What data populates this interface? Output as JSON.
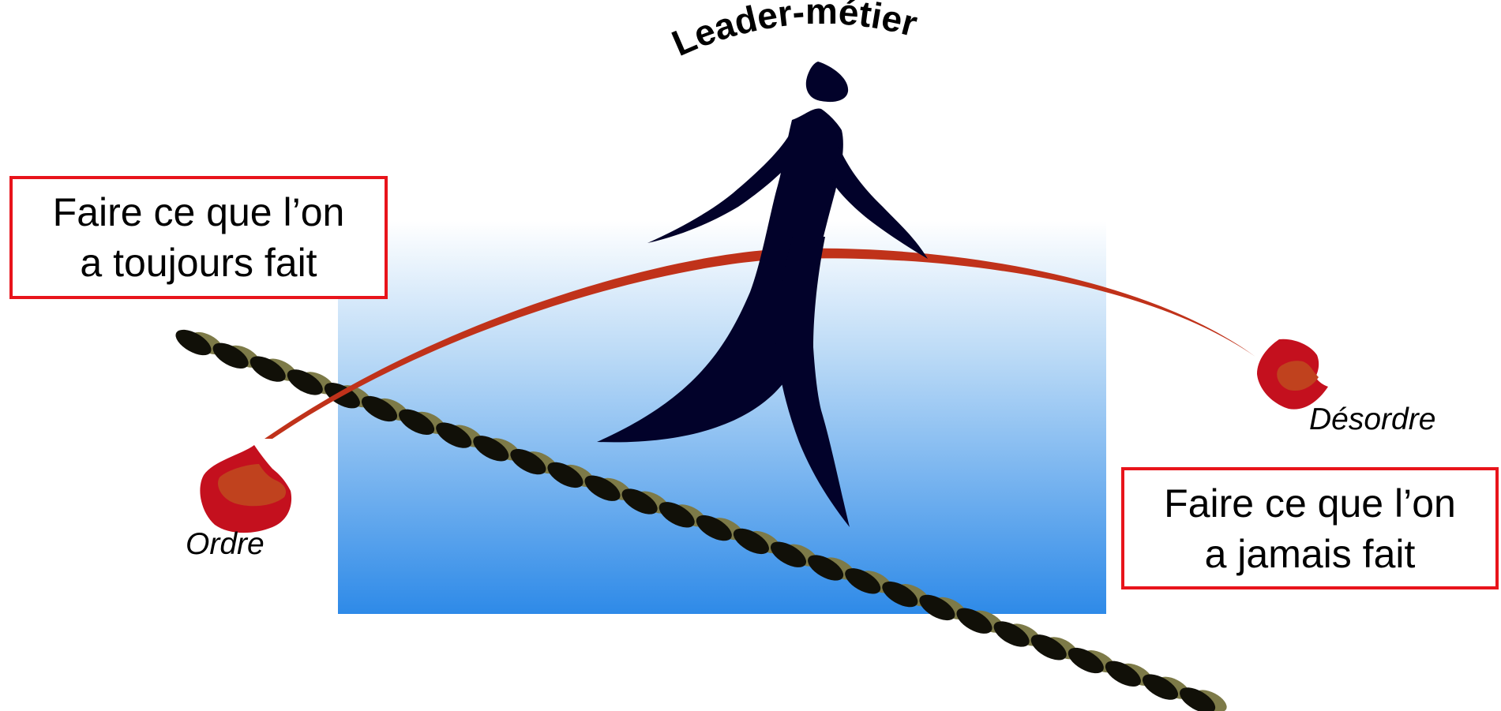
{
  "title": "Leader-métier",
  "left_box": {
    "line1": "Faire ce que l’on",
    "line2": "a toujours fait"
  },
  "right_box": {
    "line1": "Faire ce que l’on",
    "line2": "a jamais fait"
  },
  "labels": {
    "left_pole": "Ordre",
    "right_pole": "Désordre"
  },
  "colors": {
    "box_border": "#e8141b",
    "tightrope": "#c0321a",
    "pole_ball": "#c4101e",
    "pole_inner": "#c0421e",
    "figure": "#02022a",
    "rope_dark": "#111008",
    "rope_light": "#7d7a48",
    "backdrop_top": "#ffffff",
    "backdrop_bottom": "#2e8ae8"
  },
  "icons": [
    "walking-person-icon",
    "twisted-rope-icon"
  ]
}
